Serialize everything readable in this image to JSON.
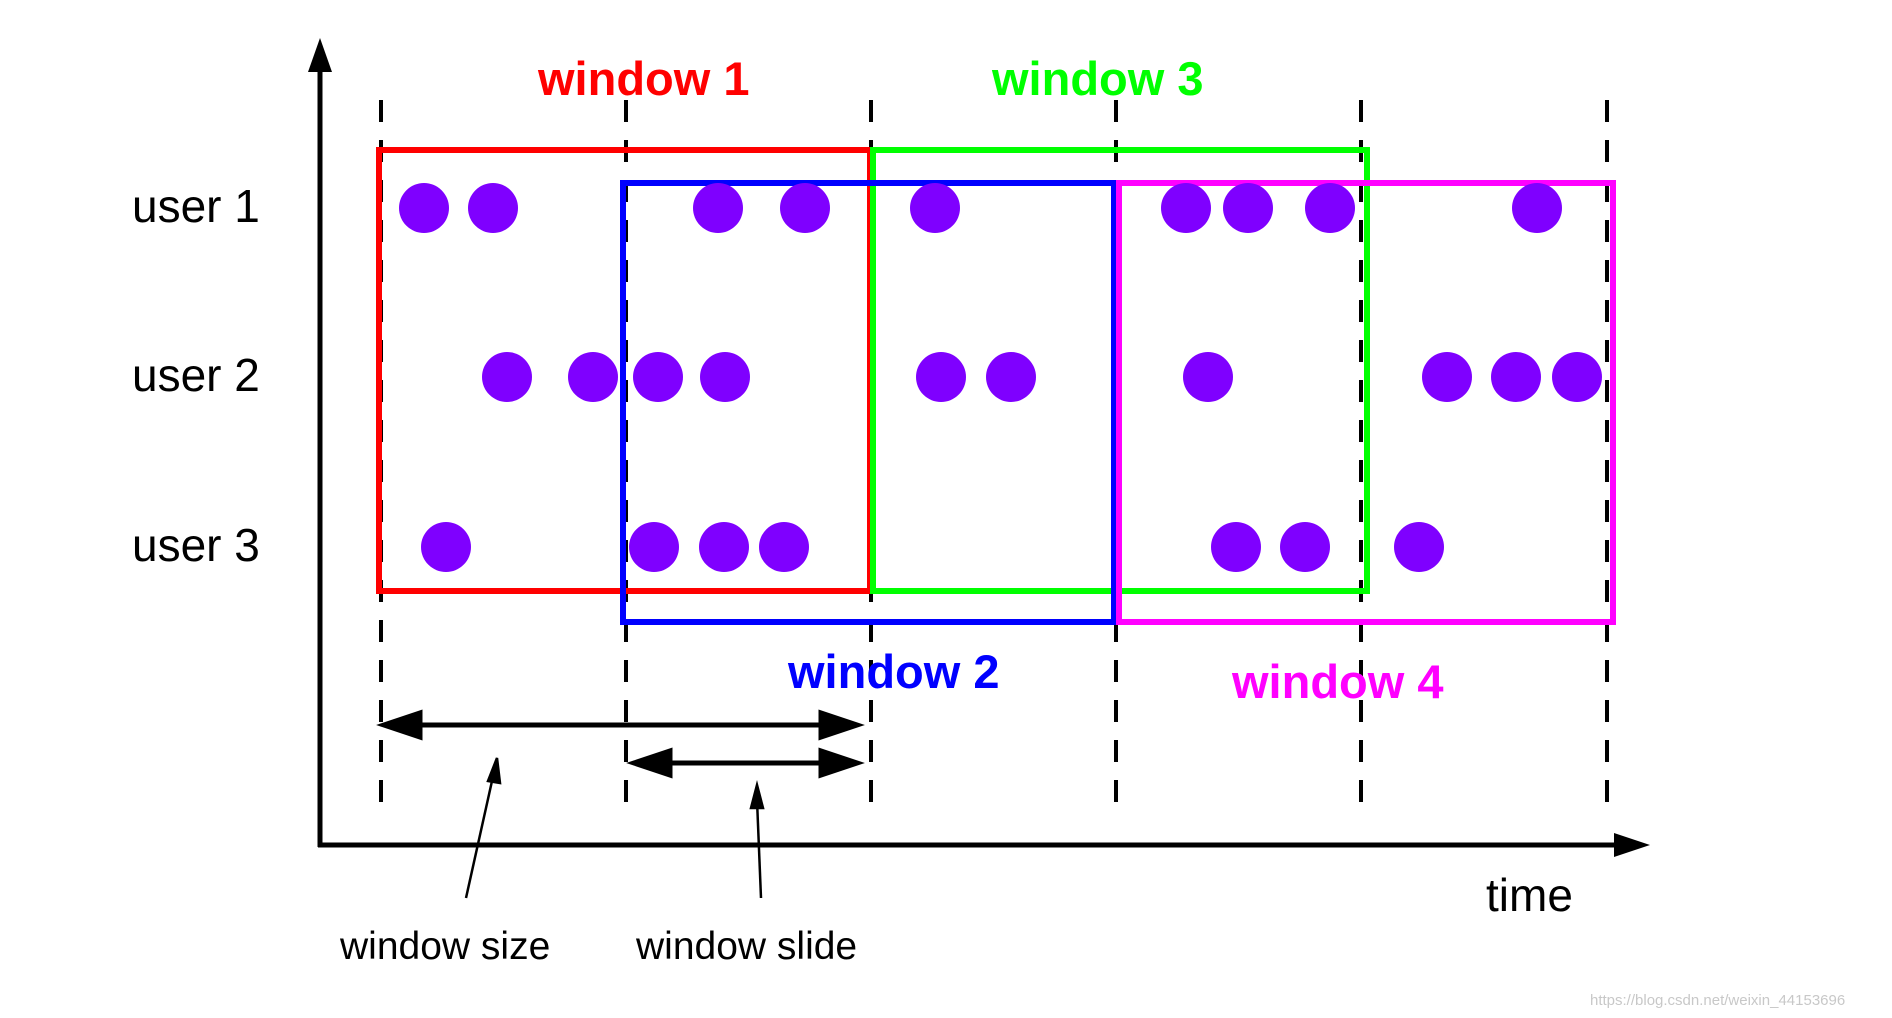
{
  "diagram": {
    "rows": [
      {
        "label": "user 1"
      },
      {
        "label": "user 2"
      },
      {
        "label": "user 3"
      }
    ],
    "windows": [
      {
        "label": "window 1",
        "color": "#ff0000"
      },
      {
        "label": "window 2",
        "color": "#0000ff"
      },
      {
        "label": "window 3",
        "color": "#00ff00"
      },
      {
        "label": "window 4",
        "color": "#ff00ff"
      }
    ],
    "event_color": "#7f00ff",
    "x_axis_label": "time",
    "annotations": {
      "window_size": "window size",
      "window_slide": "window slide"
    },
    "watermark": "https://blog.csdn.net/weixin_44153696"
  }
}
